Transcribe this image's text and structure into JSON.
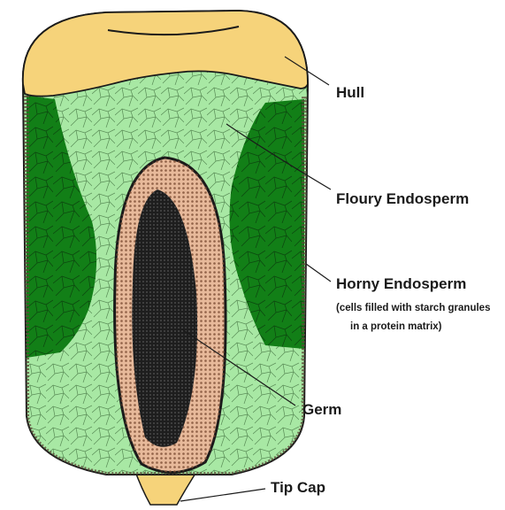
{
  "labels": {
    "hull": "Hull",
    "floury_endosperm": "Floury Endosperm",
    "horny_endosperm": "Horny Endosperm",
    "horny_note_line1": "(cells filled with starch granules",
    "horny_note_line2": "in a protein matrix)",
    "germ": "Germ",
    "tip_cap": "Tip Cap"
  },
  "colors": {
    "hull": "#f6d37a",
    "floury": "#a8e8a4",
    "horny": "#127f17",
    "germ_outer": "#e7b99a",
    "germ_inner": "#1e1e1e",
    "pericarp": "#5c4a3a",
    "outline": "#1a1a1a"
  }
}
